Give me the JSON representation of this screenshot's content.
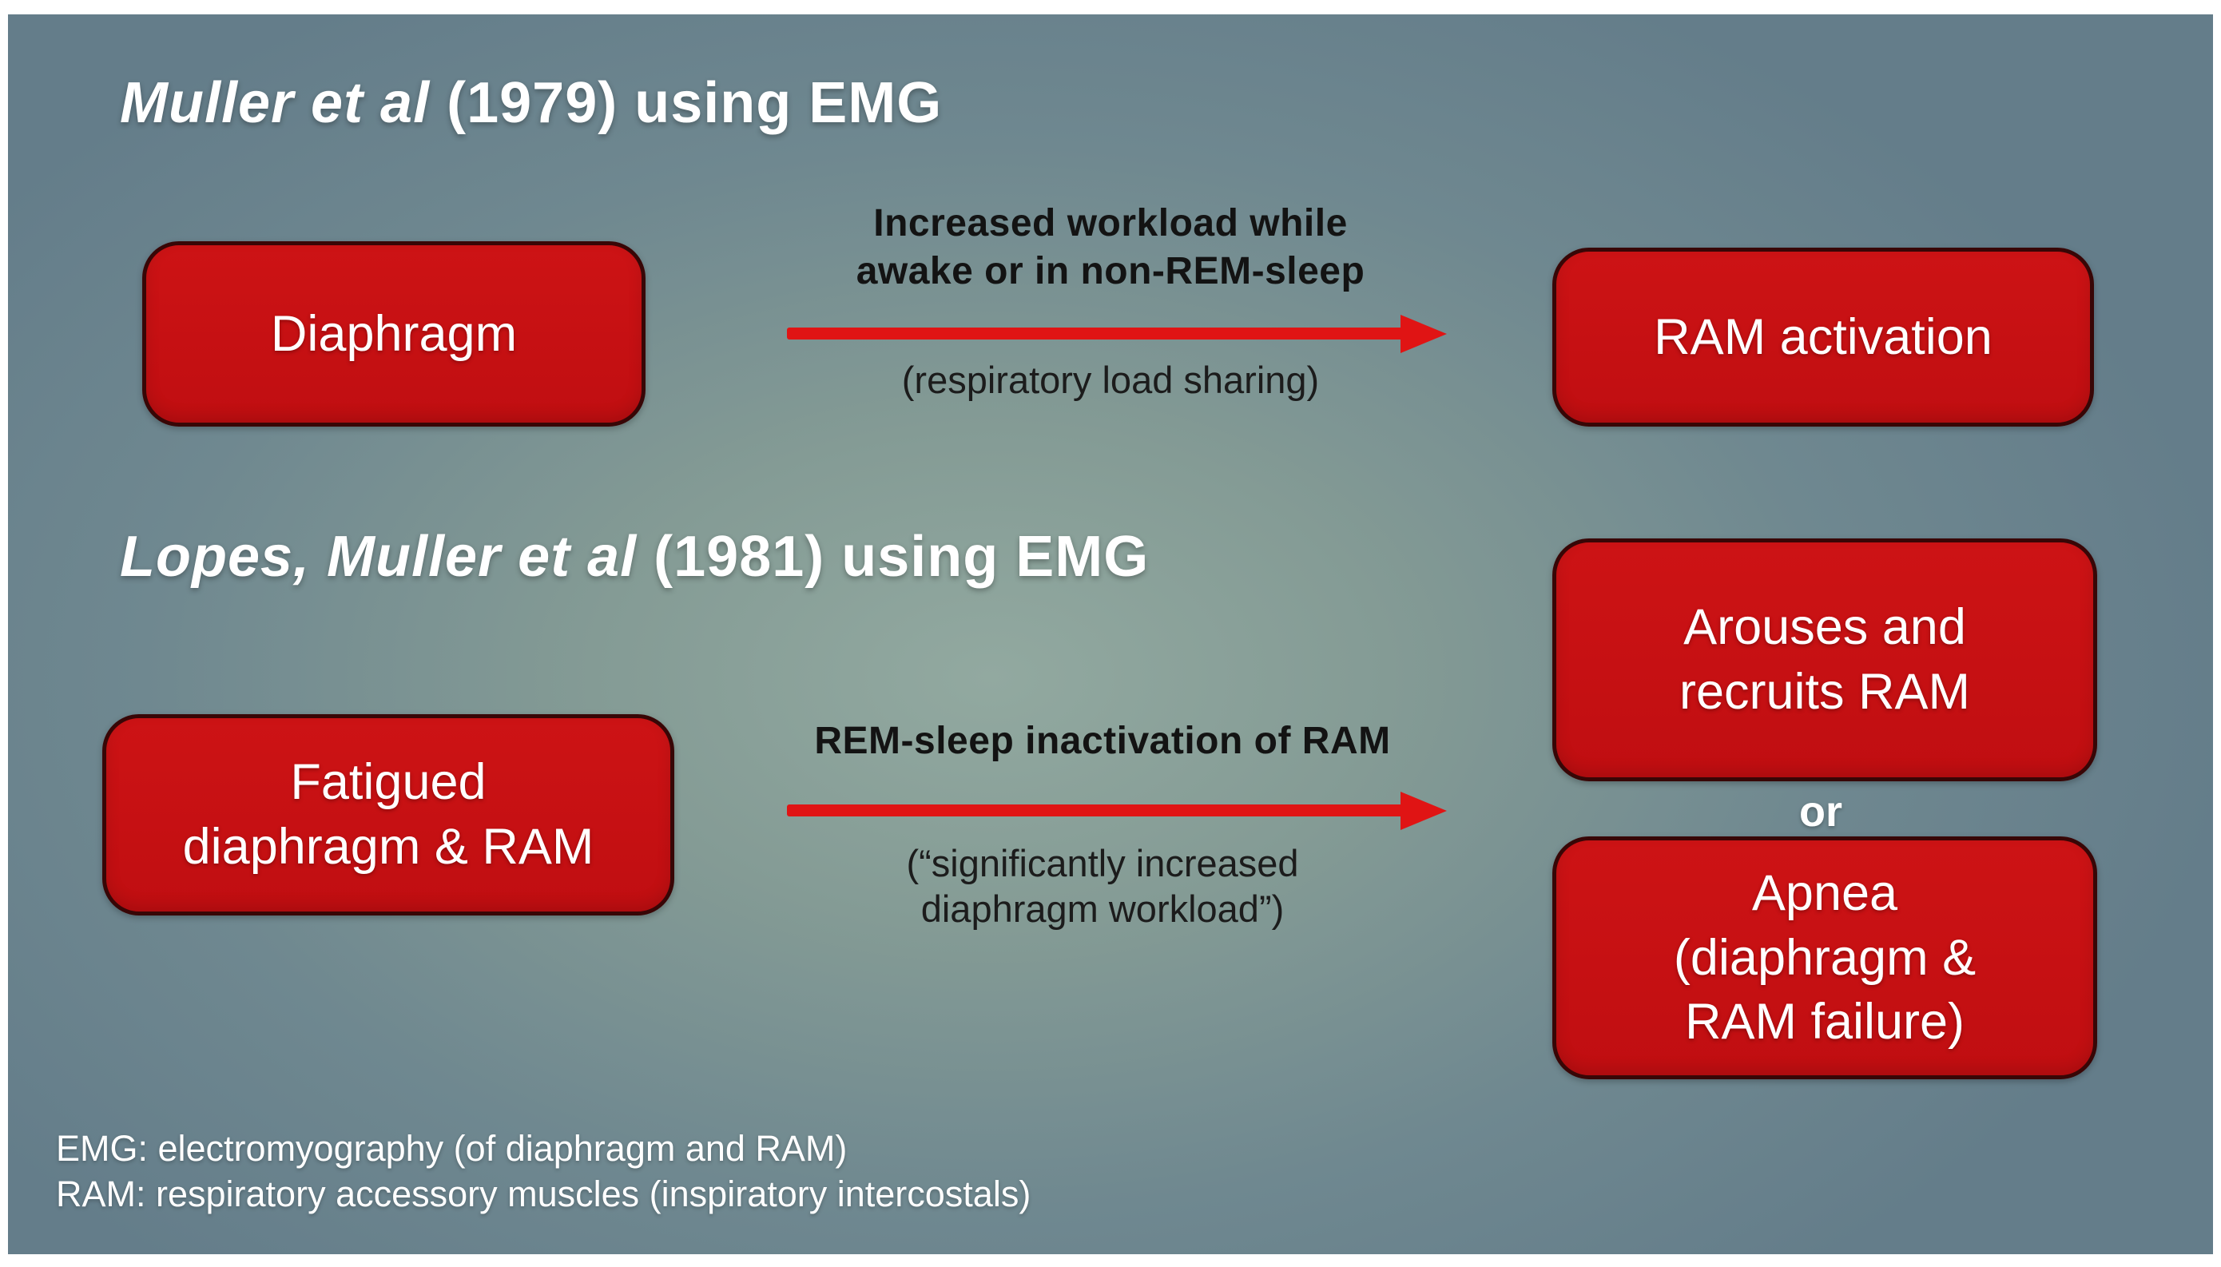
{
  "colors": {
    "box_fill_red": "#c51013",
    "box_border_dark_red": "#380606",
    "arrow_red": "#e01414",
    "background_center": "#92a9a0",
    "background_edge": "#647d8a",
    "label_dark_text": "#131313",
    "white_text": "#ffffff"
  },
  "section1": {
    "title": {
      "italic": "Muller et al",
      "rest": " (1979) using EMG"
    },
    "left_box": "Diaphragm",
    "arrow_label_top": "Increased workload while\nawake or in non-REM-sleep",
    "arrow_label_bottom": "(respiratory load sharing)",
    "right_box": "RAM activation"
  },
  "section2": {
    "title": {
      "italic": "Lopes, Muller et al",
      "rest": " (1981) using EMG"
    },
    "left_box": "Fatigued\ndiaphragm & RAM",
    "arrow_label_top": "REM-sleep inactivation of RAM",
    "arrow_label_bottom": "(“significantly increased\ndiaphragm workload”)",
    "right_box_top": "Arouses and\nrecruits RAM",
    "or_label": "or",
    "right_box_bottom": "Apnea\n(diaphragm &\nRAM failure)"
  },
  "footnotes": {
    "lines": "EMG: electromyography (of diaphragm and RAM)\nRAM: respiratory accessory muscles (inspiratory intercostals)"
  }
}
